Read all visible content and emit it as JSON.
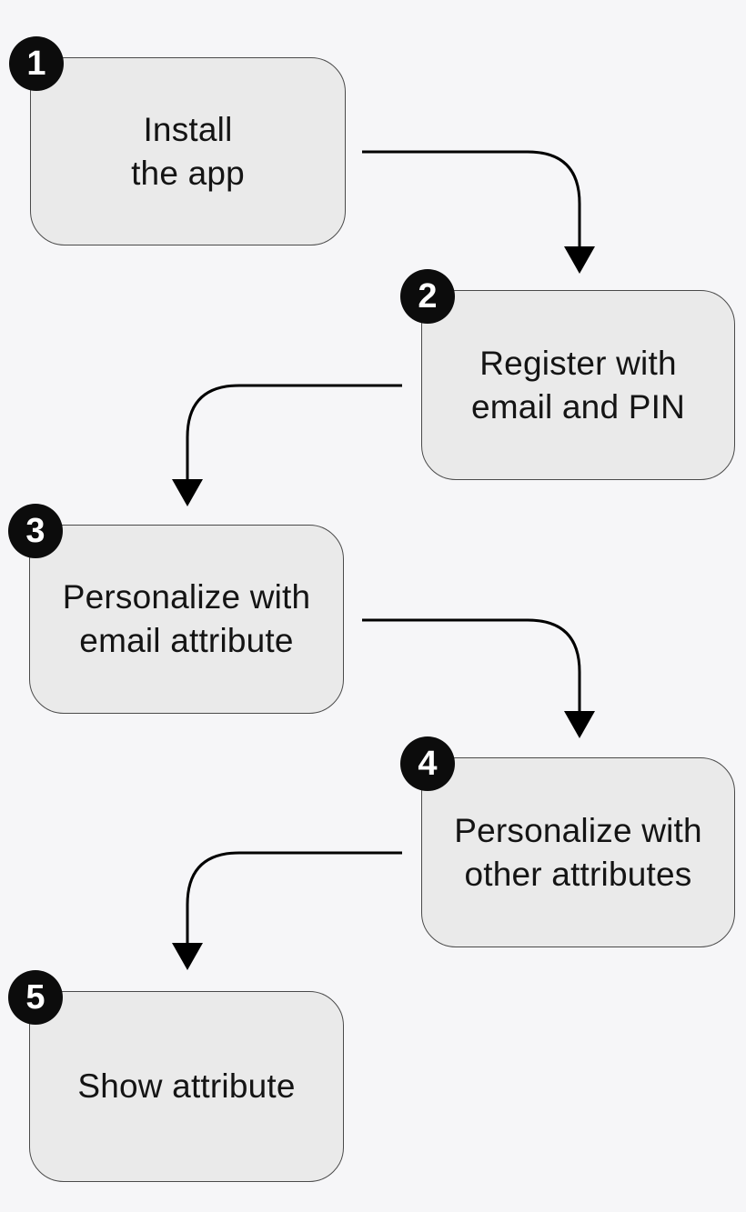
{
  "diagram": {
    "type": "flowchart",
    "direction": "zigzag-top-to-bottom",
    "steps": [
      {
        "number": "1",
        "label": "Install\nthe app"
      },
      {
        "number": "2",
        "label": "Register with\nemail and PIN"
      },
      {
        "number": "3",
        "label": "Personalize with\nemail attribute"
      },
      {
        "number": "4",
        "label": "Personalize with\nother attributes"
      },
      {
        "number": "5",
        "label": "Show attribute"
      }
    ],
    "connections": [
      {
        "from": "1",
        "to": "2"
      },
      {
        "from": "2",
        "to": "3"
      },
      {
        "from": "3",
        "to": "4"
      },
      {
        "from": "4",
        "to": "5"
      }
    ],
    "colors": {
      "background": "#f6f6f8",
      "box_fill": "#eaeaea",
      "box_border": "#4a4a4a",
      "badge_fill": "#0c0c0c",
      "badge_text": "#ffffff",
      "arrow": "#000000",
      "label_text": "#141414"
    }
  }
}
